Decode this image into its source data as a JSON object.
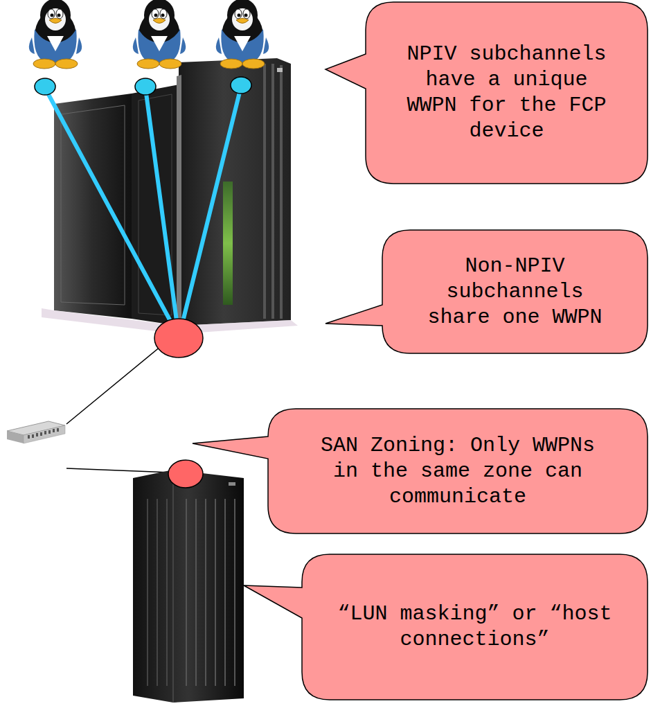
{
  "diagram": {
    "nodes": [
      {
        "text": [
          "NPIV subchannels have a unique WWPN for the FCP device"
        ]
      },
      {
        "text": [
          "Non-NPIV subchannels share one WWPN"
        ]
      },
      {
        "text": [
          "SAN Zoning: Only WWPNs in the same zone can communicate"
        ]
      },
      {
        "text": [
          "“LUN masking” or “host connections”"
        ]
      }
    ]
  }
}
